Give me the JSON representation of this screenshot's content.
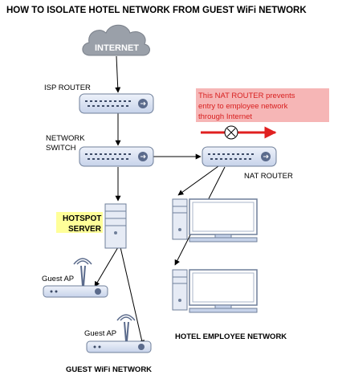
{
  "title": "HOW TO ISOLATE HOTEL NETWORK FROM GUEST WiFi NETWORK",
  "internet_label": "INTERNET",
  "isp_router_label": "ISP ROUTER",
  "switch_label_line1": "NETWORK",
  "switch_label_line2": "SWITCH",
  "nat_router_label": "NAT ROUTER",
  "nat_note": {
    "line1": "This NAT ROUTER prevents",
    "line2": "entry to employee network",
    "line3": "through Internet",
    "bg_color": "#f6b6b6",
    "text_color": "#d81f1f"
  },
  "hotspot_label_line1": "HOTSPOT",
  "hotspot_label_line2": "SERVER",
  "hotspot_highlight_color": "#ffff99",
  "guest_ap_1_label": "Guest AP",
  "guest_ap_2_label": "Guest AP",
  "guest_network_label": "GUEST WiFi NETWORK",
  "employee_network_label": "HOTEL EMPLOYEE NETWORK",
  "device_color": "#dbe4f4",
  "device_stroke": "#6f7f9a",
  "cloud_color": "#9aa0a9",
  "blocked_arrow_color": "#e02020"
}
